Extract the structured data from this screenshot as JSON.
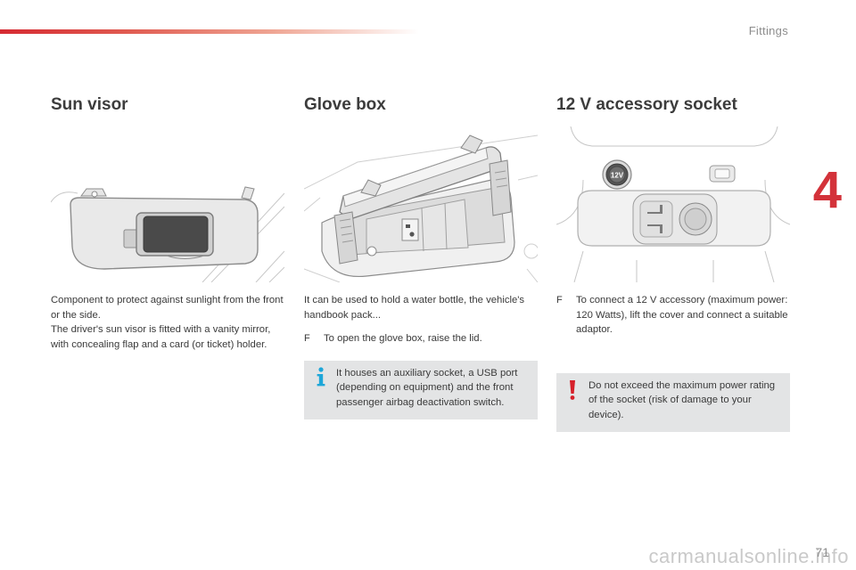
{
  "header": {
    "section": "Fittings",
    "chapter": "4"
  },
  "footer": {
    "page": "71",
    "watermark": "carmanualsonline.info"
  },
  "colors": {
    "accent": "#d3323a",
    "note_bg": "#e3e4e5",
    "info_icon": "#1ea6d8",
    "warn_icon": "#d6202a"
  },
  "sun_visor": {
    "title": "Sun visor",
    "para1": "Component to protect against sunlight from the front or the side.",
    "para2": "The driver's sun visor is fitted with a vanity mirror, with concealing flap and a card (or ticket) holder."
  },
  "glove_box": {
    "title": "Glove box",
    "para1": "It can be used to hold a water bottle, the vehicle's handbook pack...",
    "bullet_mark": "F",
    "bullet1": "To open the glove box, raise the lid.",
    "note": "It houses an auxiliary socket, a USB port (depending on equipment) and the front passenger airbag deactivation switch.",
    "note_icon": "info-icon"
  },
  "socket": {
    "title": "12 V accessory socket",
    "socket_label": "12V",
    "bullet_mark": "F",
    "bullet1": "To connect a 12 V accessory (maximum power: 120 Watts), lift the cover and connect a suitable adaptor.",
    "note": "Do not exceed the maximum power rating of the socket (risk of damage to your device).",
    "note_icon": "warning-icon"
  }
}
